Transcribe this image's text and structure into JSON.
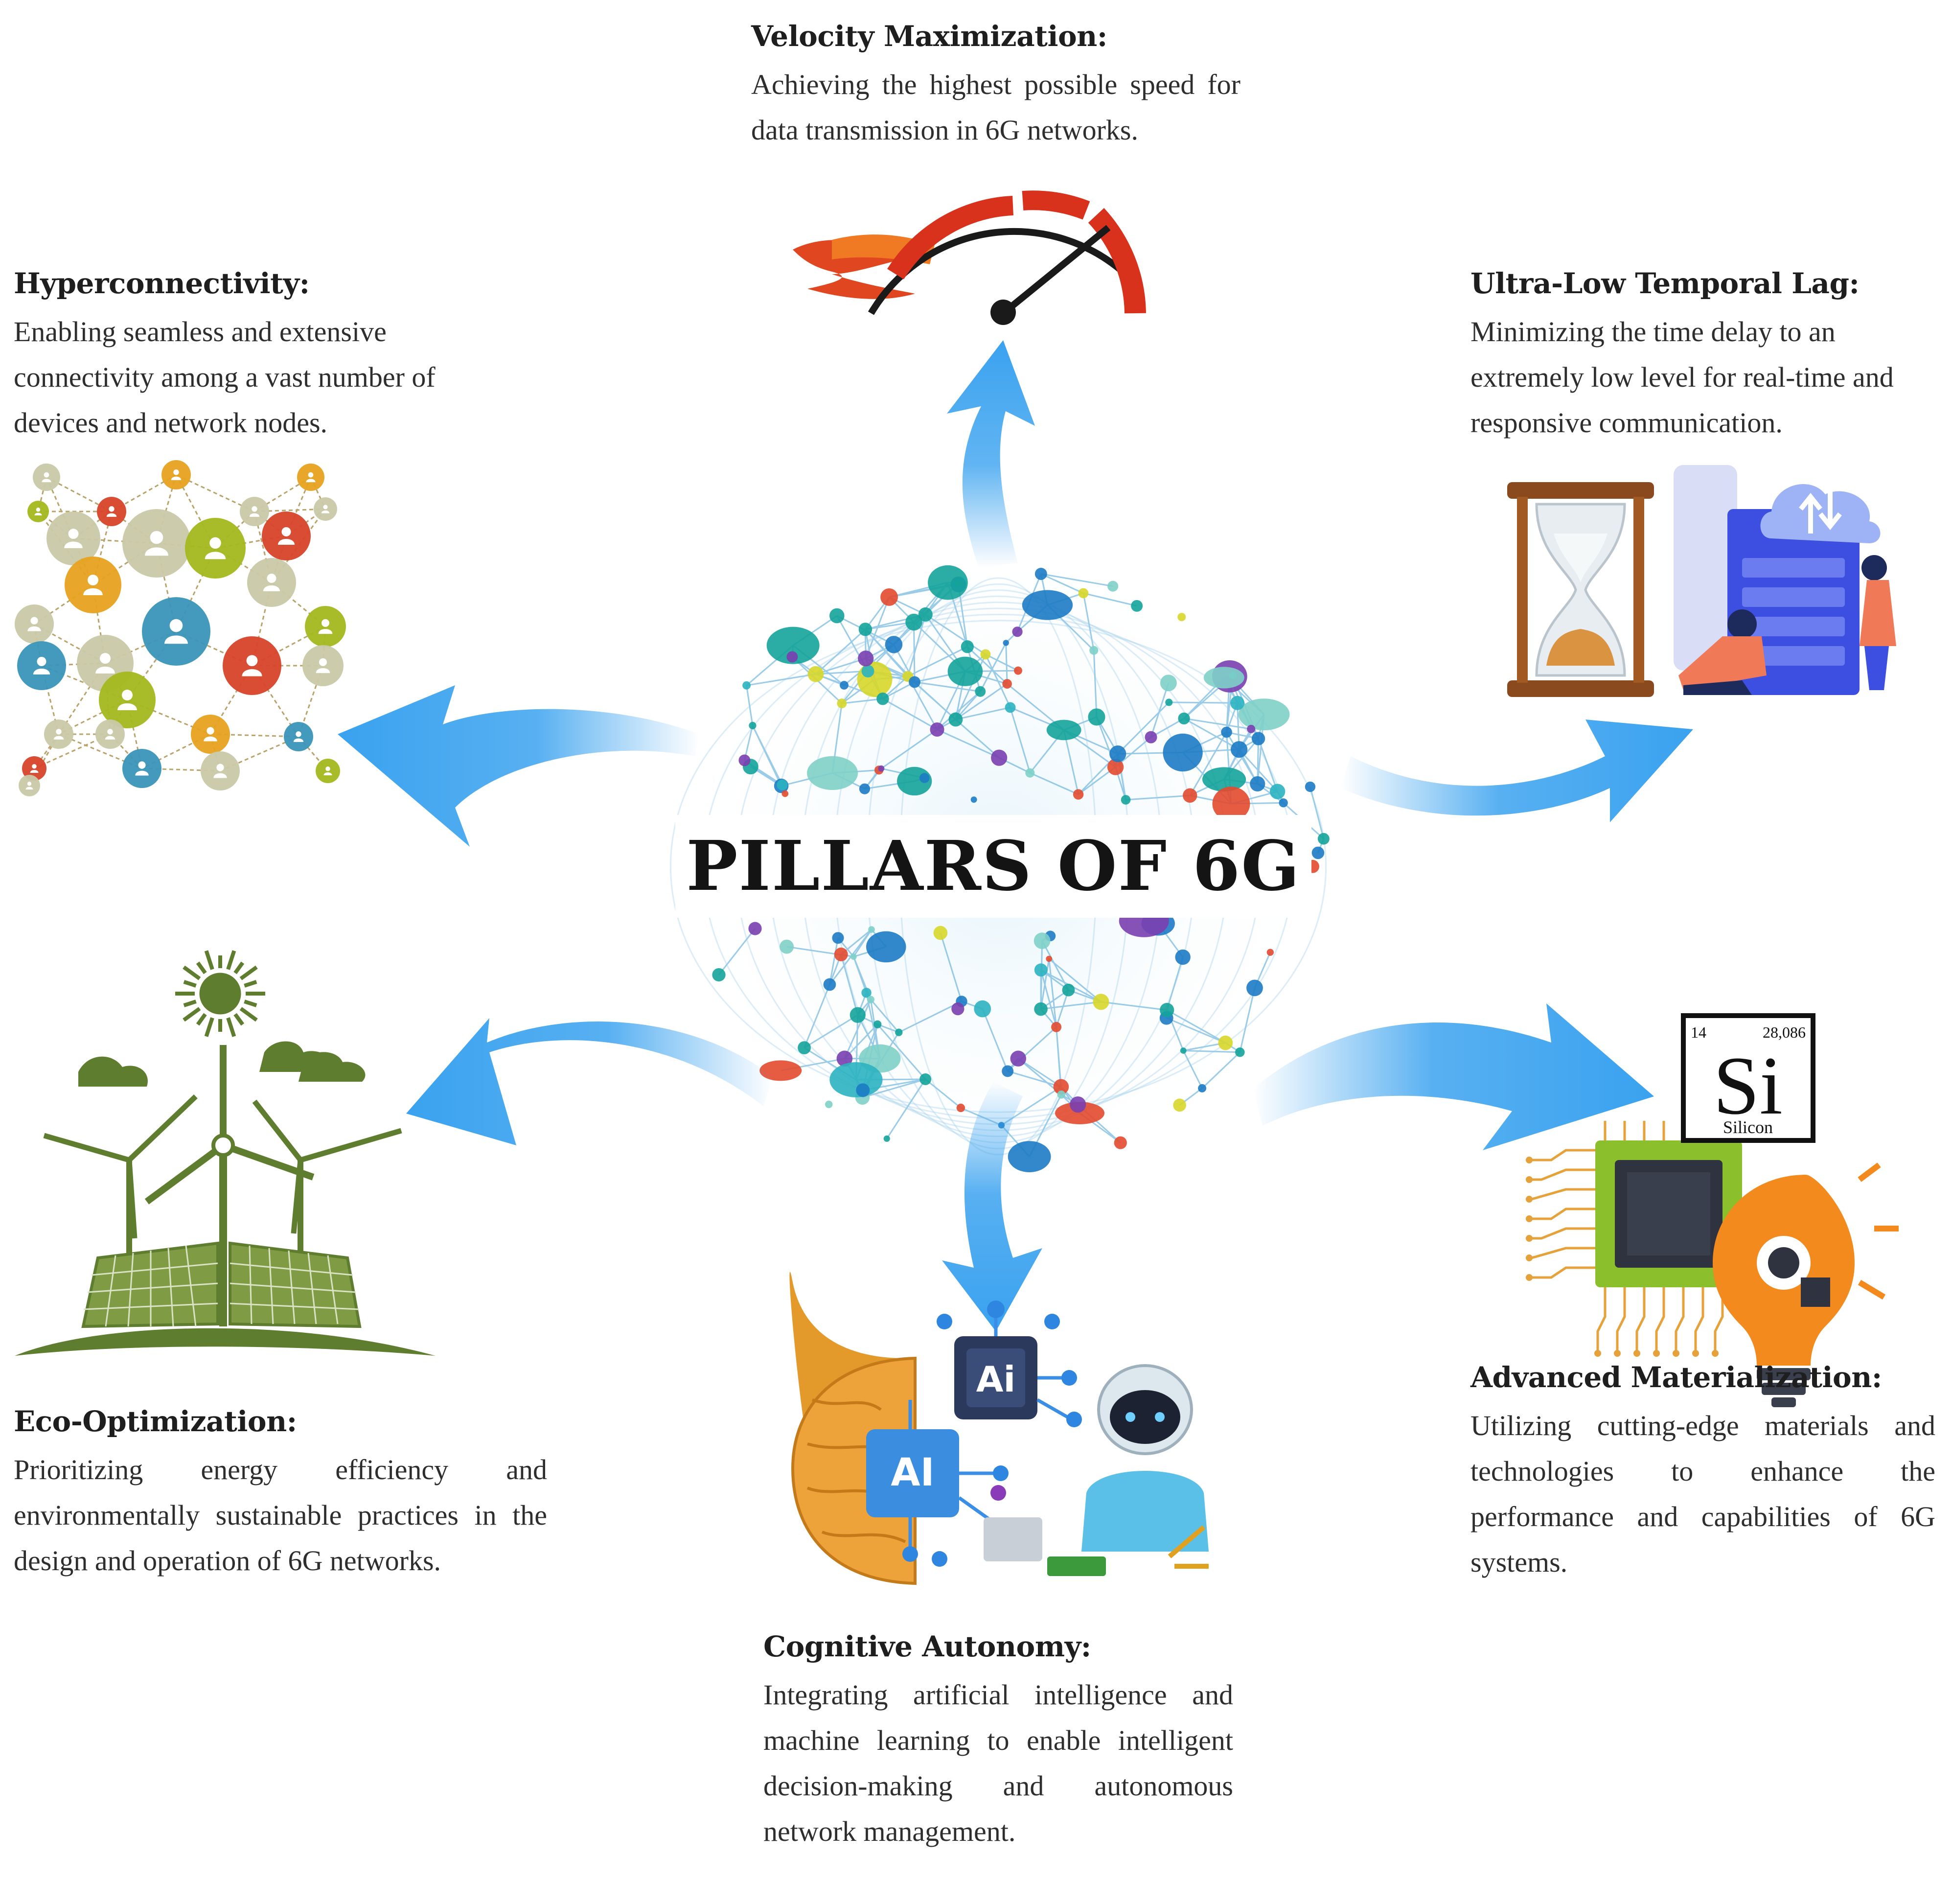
{
  "title": "PILLARS OF 6G",
  "pillars": {
    "velocity": {
      "heading": "Velocity Maximization:",
      "description": "Achieving the highest possible speed for data transmission in 6G networks.",
      "icon": "speedometer-icon"
    },
    "hyperconnectivity": {
      "heading": "Hyperconnectivity:",
      "description": "Enabling seamless and extensive connectivity among a vast number of devices and network nodes.",
      "icon": "network-people-icon"
    },
    "latency": {
      "heading": "Ultra-Low Temporal Lag:",
      "description": "Minimizing the time delay to an extremely low level for real-time and responsive communication.",
      "icon": "hourglass-cloud-icon"
    },
    "eco": {
      "heading": "Eco-Optimization:",
      "description": "Prioritizing energy efficiency and environmentally sustainable practices in the design and operation of 6G networks.",
      "icon": "wind-solar-icon"
    },
    "cognitive": {
      "heading": "Cognitive Autonomy:",
      "description": "Integrating artificial intelligence and machine learning to enable intelligent decision-making and autonomous network management.",
      "icon": "ai-brain-robot-icon"
    },
    "materials": {
      "heading": "Advanced Materialization:",
      "description": "Utilizing cutting-edge materials and technologies to enhance the performance and capabilities of 6G systems.",
      "icon": "silicon-chip-icon"
    }
  },
  "silicon_tile": {
    "atomic_number": "14",
    "atomic_mass": "28,086",
    "symbol": "Si",
    "name": "Silicon"
  },
  "chip_labels": {
    "top": "Ai",
    "left": "AI"
  },
  "colors": {
    "arrow": "#3aa2ef",
    "globe_primary": "#1c7bc4",
    "globe_teal": "#14a39a",
    "eco_green": "#5f7d2e",
    "speed_red": "#d8321c"
  }
}
